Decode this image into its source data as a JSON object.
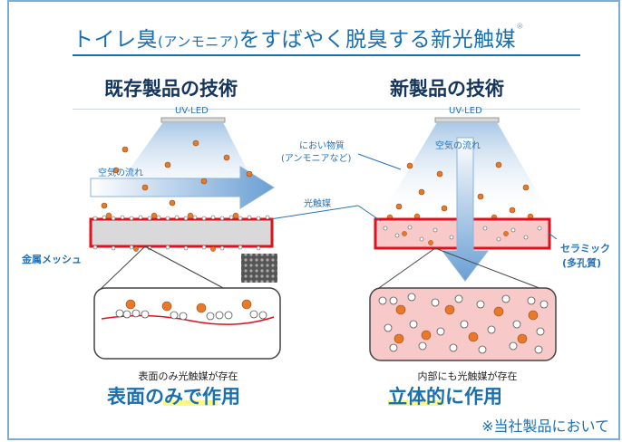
{
  "title": {
    "main_before": "トイレ臭",
    "small": "(アンモニア)",
    "main_after": "をすばやく脱臭する新光触媒",
    "mark": "※"
  },
  "left": {
    "heading": "既存製品の技術",
    "uv_label": "UV-LED",
    "airflow": "空気の流れ",
    "mesh_label": "金属メッシュ",
    "caption_small": "表面のみ光触媒が存在",
    "caption_big": "表面のみで作用"
  },
  "right": {
    "heading": "新製品の技術",
    "uv_label": "UV-LED",
    "airflow": "空気の流れ",
    "ceramic_label_1": "セラミック",
    "ceramic_label_2": "(多孔質)",
    "caption_small": "内部にも光触媒が存在",
    "caption_big": "立体的に作用"
  },
  "center": {
    "odor_1": "におい物質",
    "odor_2": "(アンモニアなど)",
    "photocatalyst": "光触媒"
  },
  "footnote": "※当社製品において",
  "colors": {
    "accent": "#1a6fb0",
    "red": "#e0101e",
    "orange": "#e8782a",
    "pink": "#f7c9c9"
  }
}
